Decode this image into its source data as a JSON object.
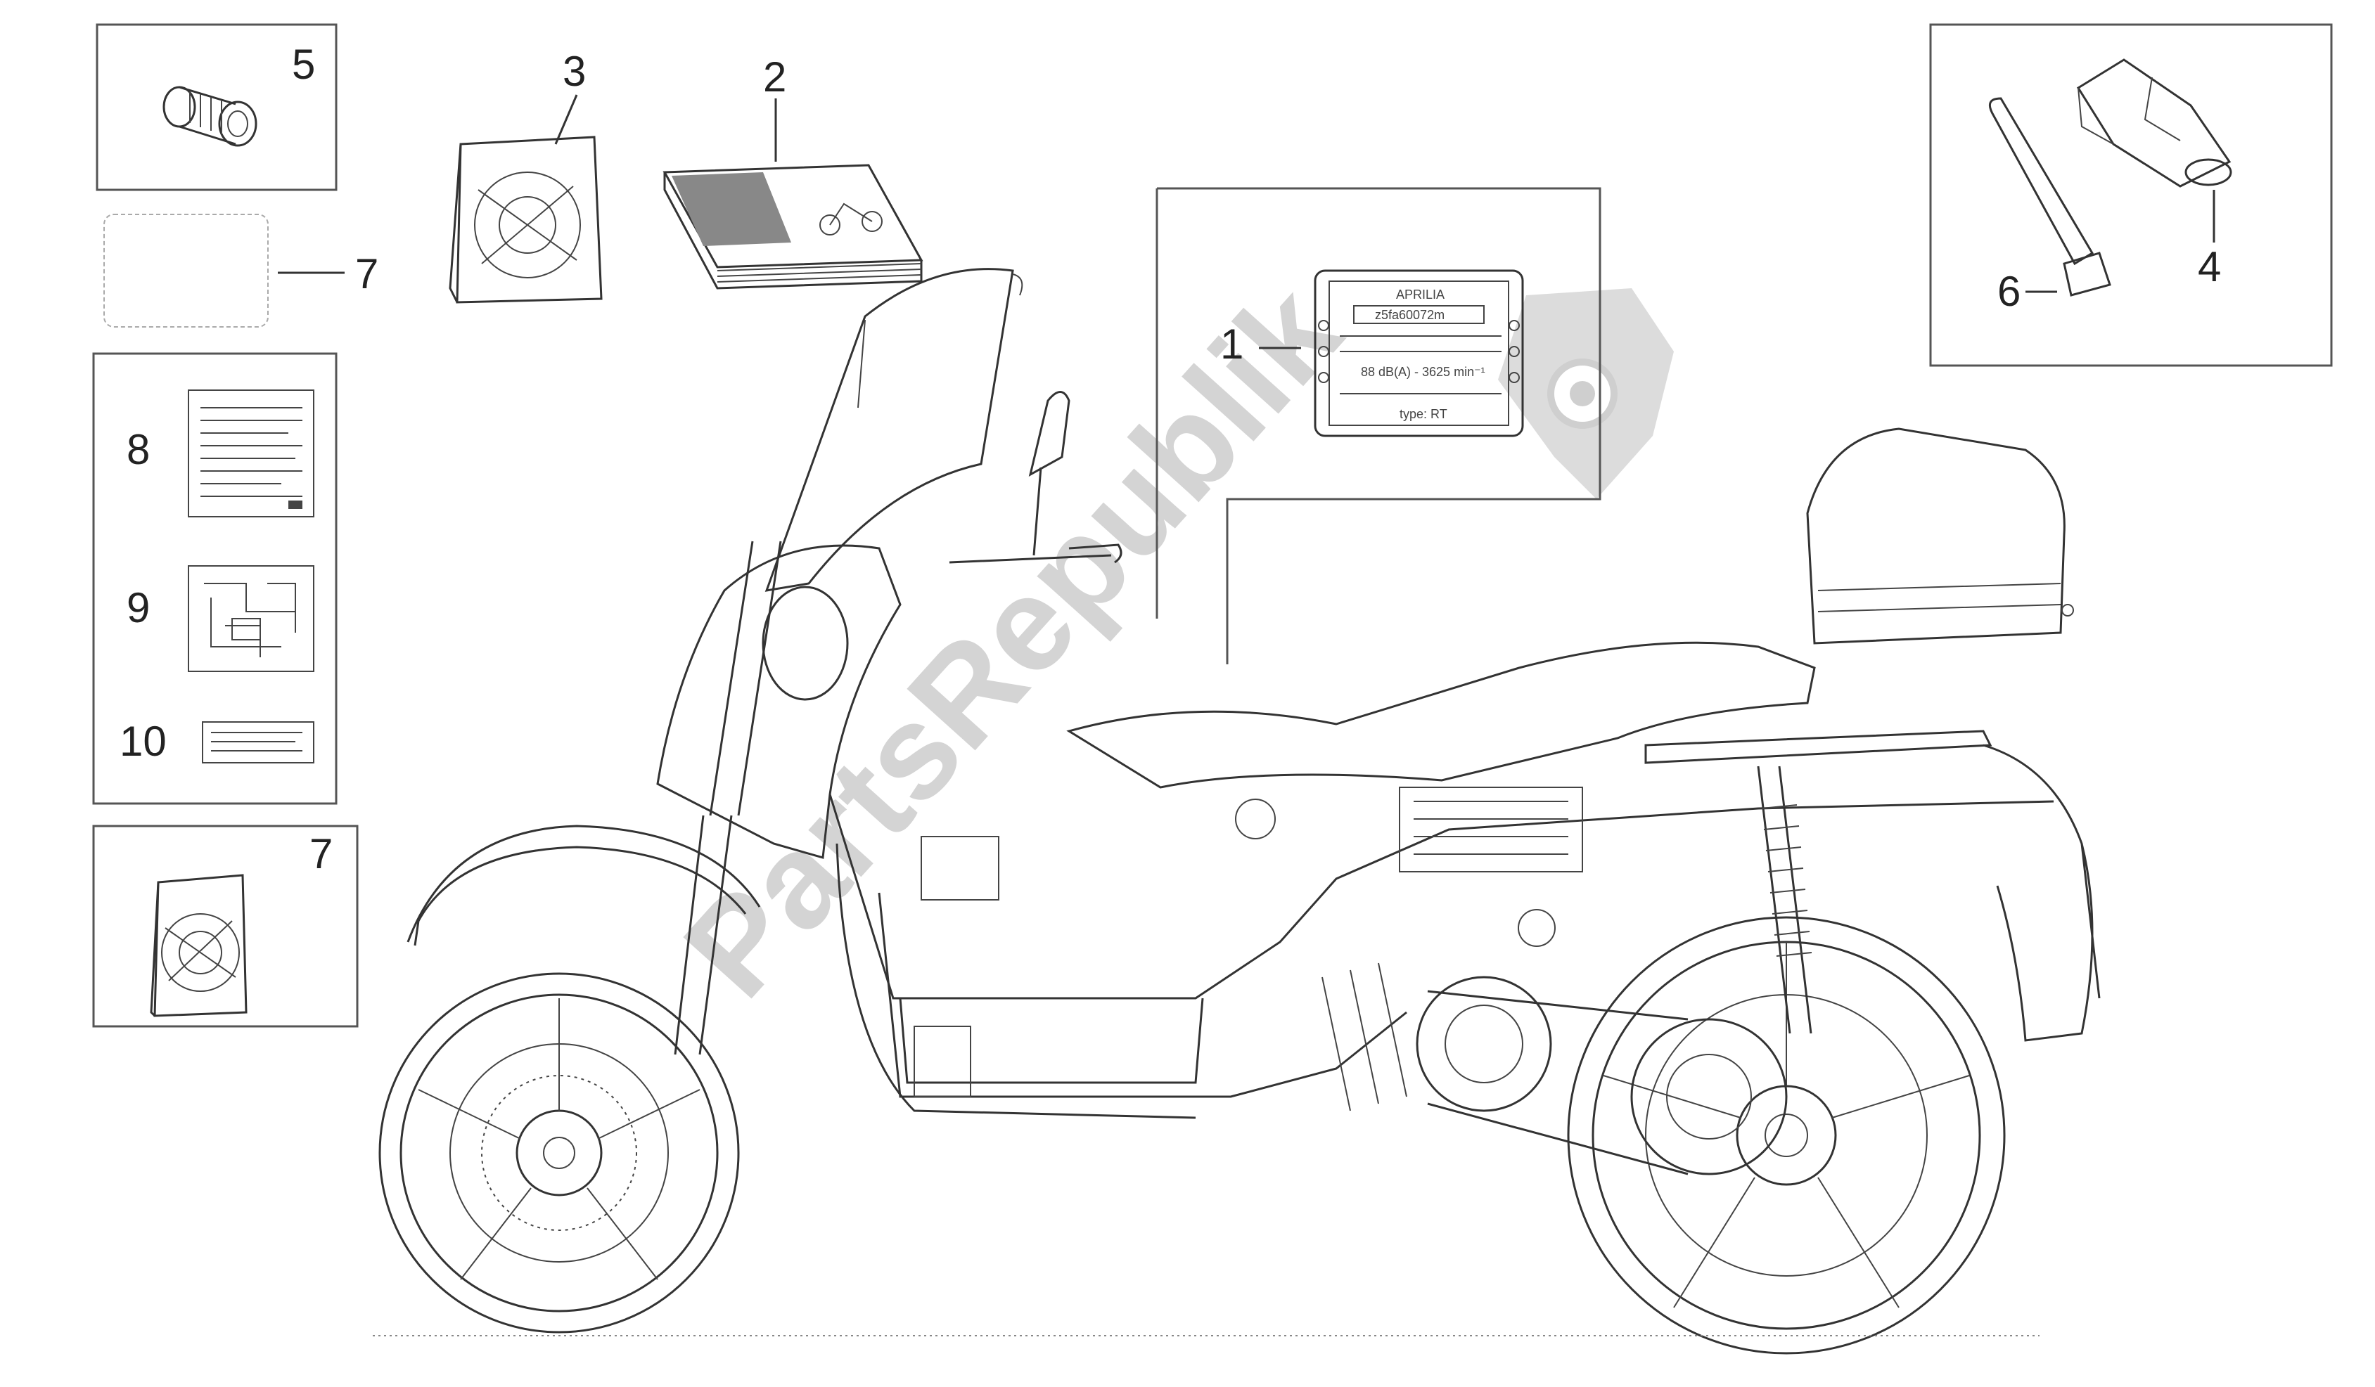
{
  "watermark": "PartsRepublik",
  "callouts": {
    "c1": "1",
    "c2": "2",
    "c3": "3",
    "c4": "4",
    "c5": "5",
    "c6": "6",
    "c7a": "7",
    "c7b": "7",
    "c8": "8",
    "c9": "9",
    "c10": "10"
  },
  "plate": {
    "brand": "APRILIA",
    "code": "z5fa60072m",
    "noise": "88 dB(A) - 3625 min⁻¹",
    "type": "type: RT"
  },
  "colors": {
    "line": "#333333",
    "watermark": "#d4d4d4",
    "background": "#ffffff"
  }
}
